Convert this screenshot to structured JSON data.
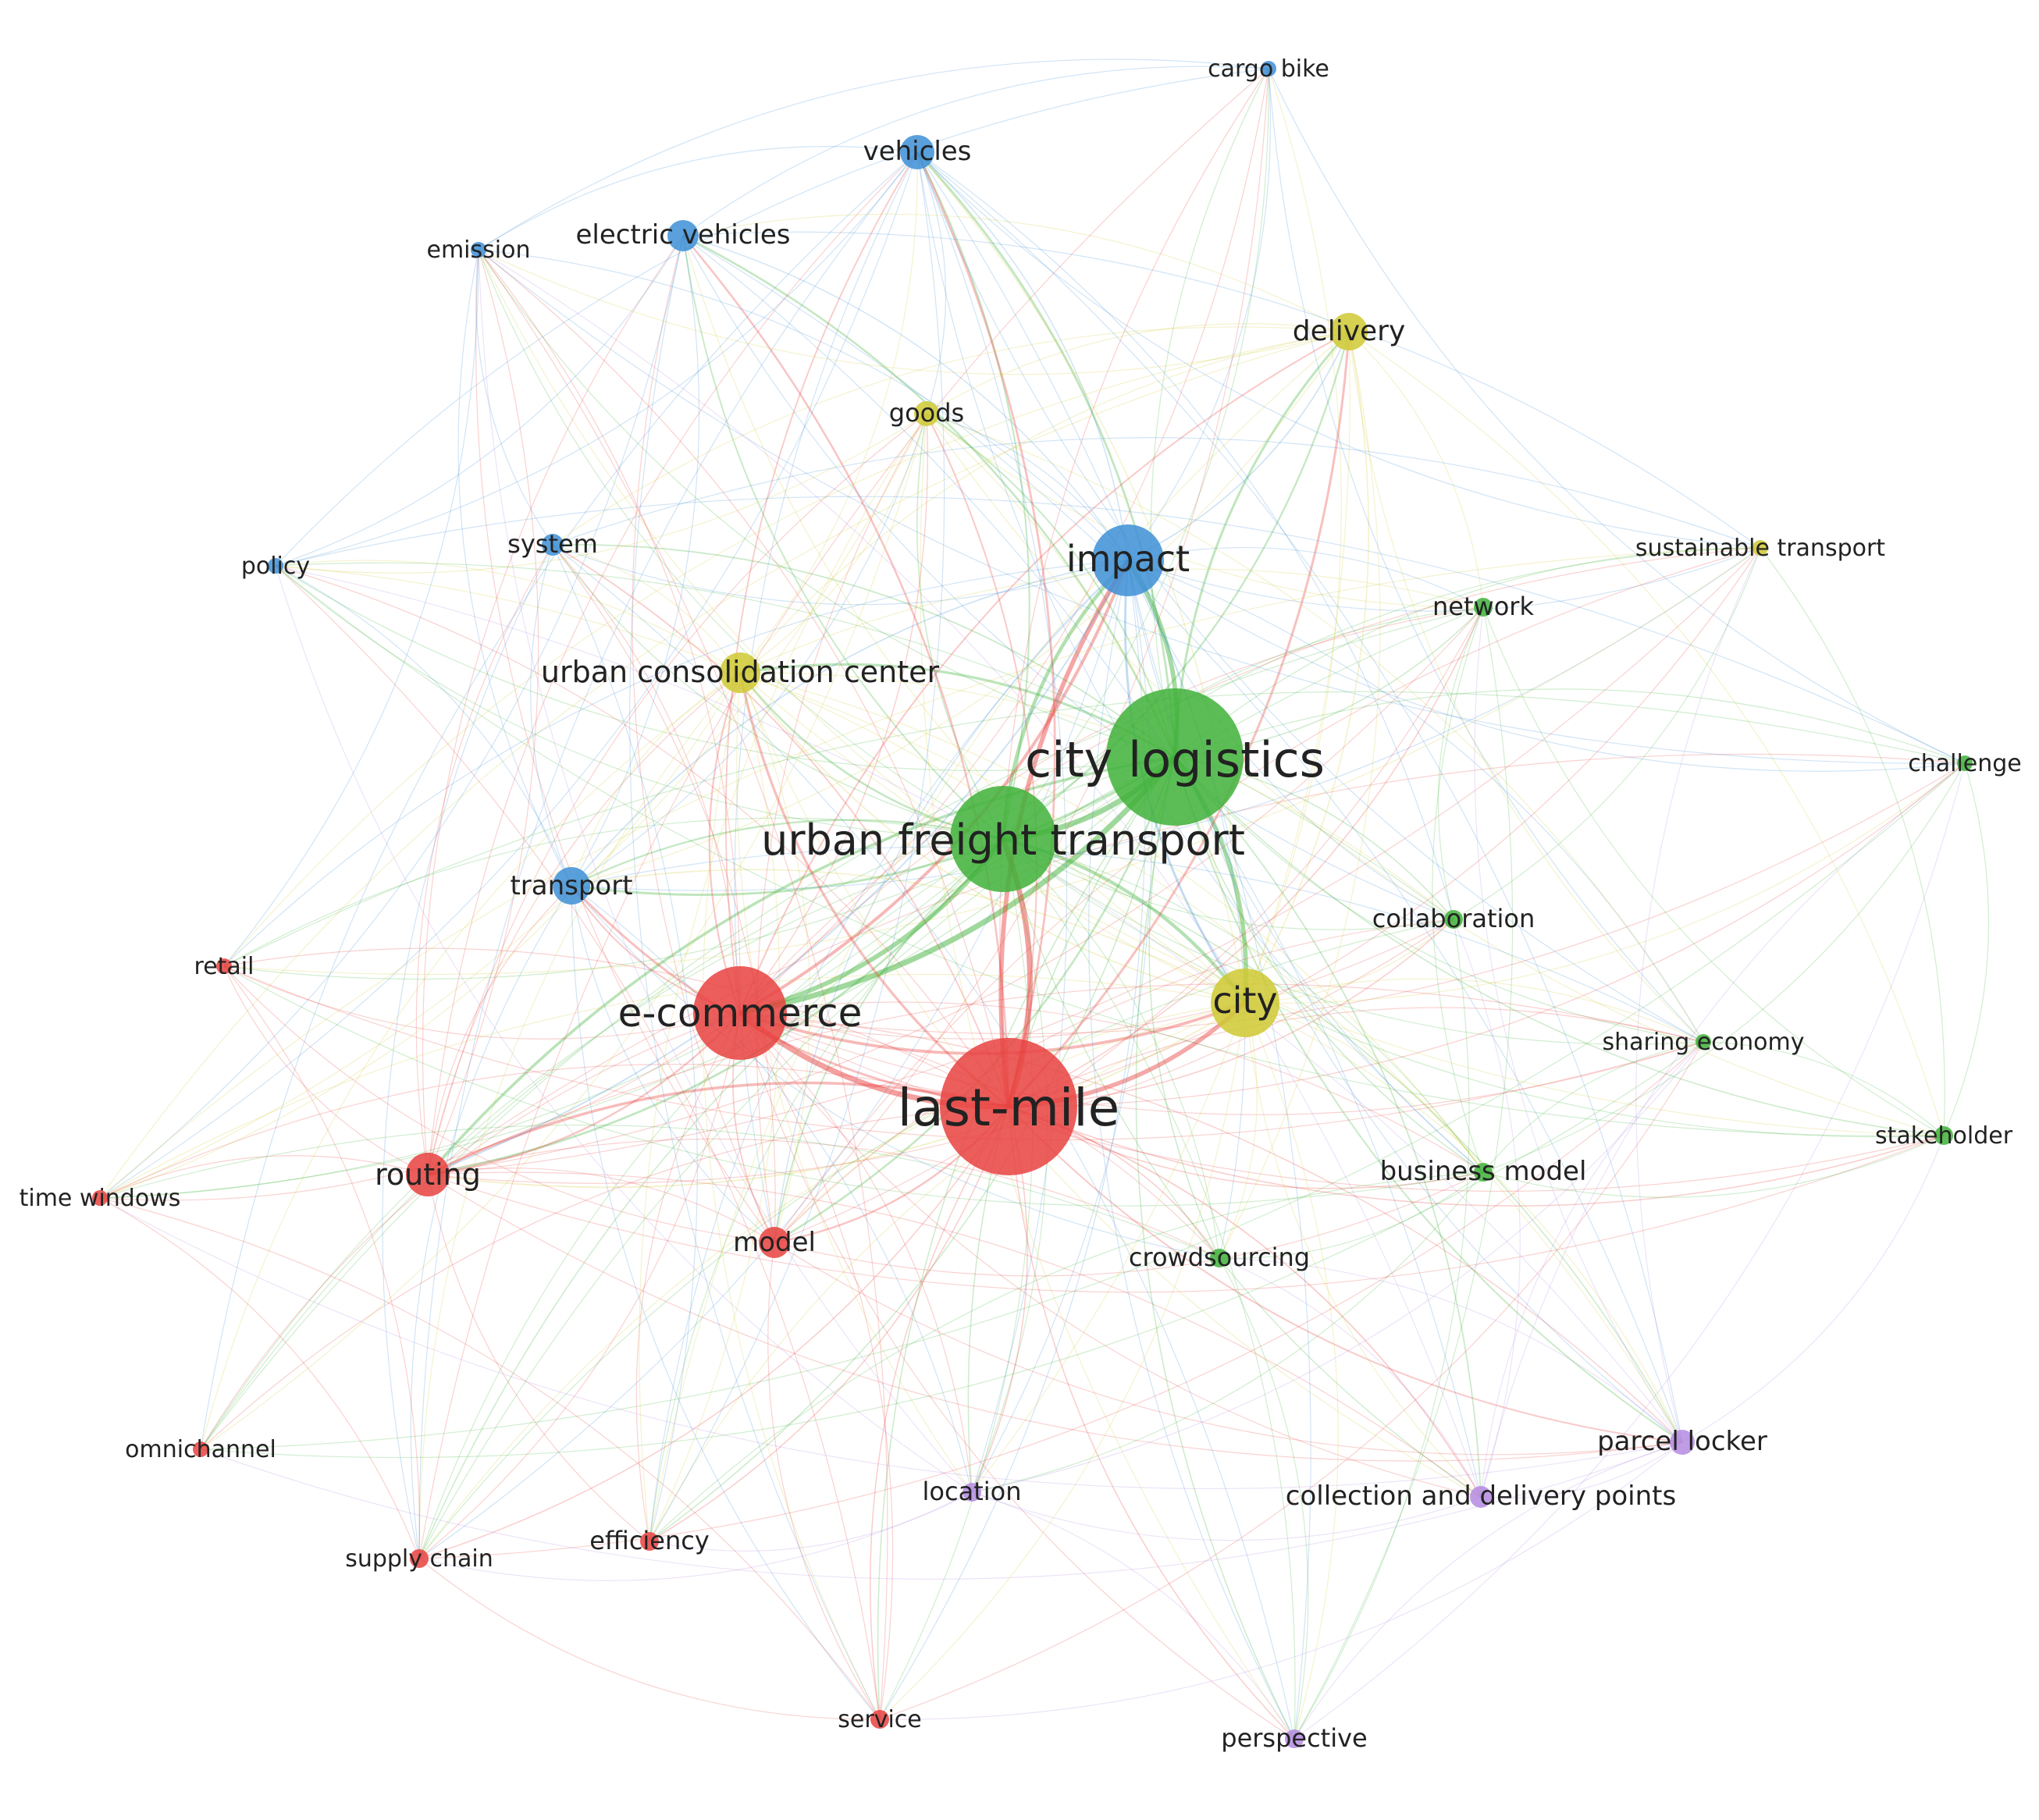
{
  "clusters": {
    "red": "#e8423f",
    "green": "#3fb23a",
    "blue": "#3d8fd6",
    "yellow": "#cfc932",
    "purple": "#b48be0"
  },
  "nodes": [
    {
      "id": "city-logistics",
      "label": "city logistics",
      "cluster": "green"
    },
    {
      "id": "urban-freight-transport",
      "label": "urban freight transport",
      "cluster": "green"
    },
    {
      "id": "last-mile",
      "label": "last-mile",
      "cluster": "red"
    },
    {
      "id": "e-commerce",
      "label": "e-commerce",
      "cluster": "red"
    },
    {
      "id": "impact",
      "label": "impact",
      "cluster": "blue"
    },
    {
      "id": "city",
      "label": "city",
      "cluster": "yellow"
    },
    {
      "id": "routing",
      "label": "routing",
      "cluster": "red"
    },
    {
      "id": "model",
      "label": "model",
      "cluster": "red"
    },
    {
      "id": "vehicles",
      "label": "vehicles",
      "cluster": "blue"
    },
    {
      "id": "electric-vehicles",
      "label": "electric vehicles",
      "cluster": "blue"
    },
    {
      "id": "emission",
      "label": "emission",
      "cluster": "blue"
    },
    {
      "id": "cargo-bike",
      "label": "cargo bike",
      "cluster": "blue"
    },
    {
      "id": "delivery",
      "label": "delivery",
      "cluster": "yellow"
    },
    {
      "id": "goods",
      "label": "goods",
      "cluster": "yellow"
    },
    {
      "id": "policy",
      "label": "policy",
      "cluster": "blue"
    },
    {
      "id": "system",
      "label": "system",
      "cluster": "blue"
    },
    {
      "id": "sustainable-transport",
      "label": "sustainable transport",
      "cluster": "yellow"
    },
    {
      "id": "network",
      "label": "network",
      "cluster": "green"
    },
    {
      "id": "urban-consolidation-center",
      "label": "urban consolidation center",
      "cluster": "yellow"
    },
    {
      "id": "challenge",
      "label": "challenge",
      "cluster": "green"
    },
    {
      "id": "transport",
      "label": "transport",
      "cluster": "blue"
    },
    {
      "id": "collaboration",
      "label": "collaboration",
      "cluster": "green"
    },
    {
      "id": "retail",
      "label": "retail",
      "cluster": "red"
    },
    {
      "id": "sharing-economy",
      "label": "sharing economy",
      "cluster": "green"
    },
    {
      "id": "stakeholder",
      "label": "stakeholder",
      "cluster": "green"
    },
    {
      "id": "business-model",
      "label": "business model",
      "cluster": "green"
    },
    {
      "id": "time-windows",
      "label": "time windows",
      "cluster": "red"
    },
    {
      "id": "crowdsourcing",
      "label": "crowdsourcing",
      "cluster": "green"
    },
    {
      "id": "omnichannel",
      "label": "omnichannel",
      "cluster": "red"
    },
    {
      "id": "parcel-locker",
      "label": "parcel locker",
      "cluster": "purple"
    },
    {
      "id": "location",
      "label": "location",
      "cluster": "purple"
    },
    {
      "id": "collection-and-delivery-points",
      "label": "collection and delivery points",
      "cluster": "purple"
    },
    {
      "id": "supply-chain",
      "label": "supply chain",
      "cluster": "red"
    },
    {
      "id": "efficiency",
      "label": "efficiency",
      "cluster": "red"
    },
    {
      "id": "service",
      "label": "service",
      "cluster": "red"
    },
    {
      "id": "perspective",
      "label": "perspective",
      "cluster": "purple"
    }
  ]
}
